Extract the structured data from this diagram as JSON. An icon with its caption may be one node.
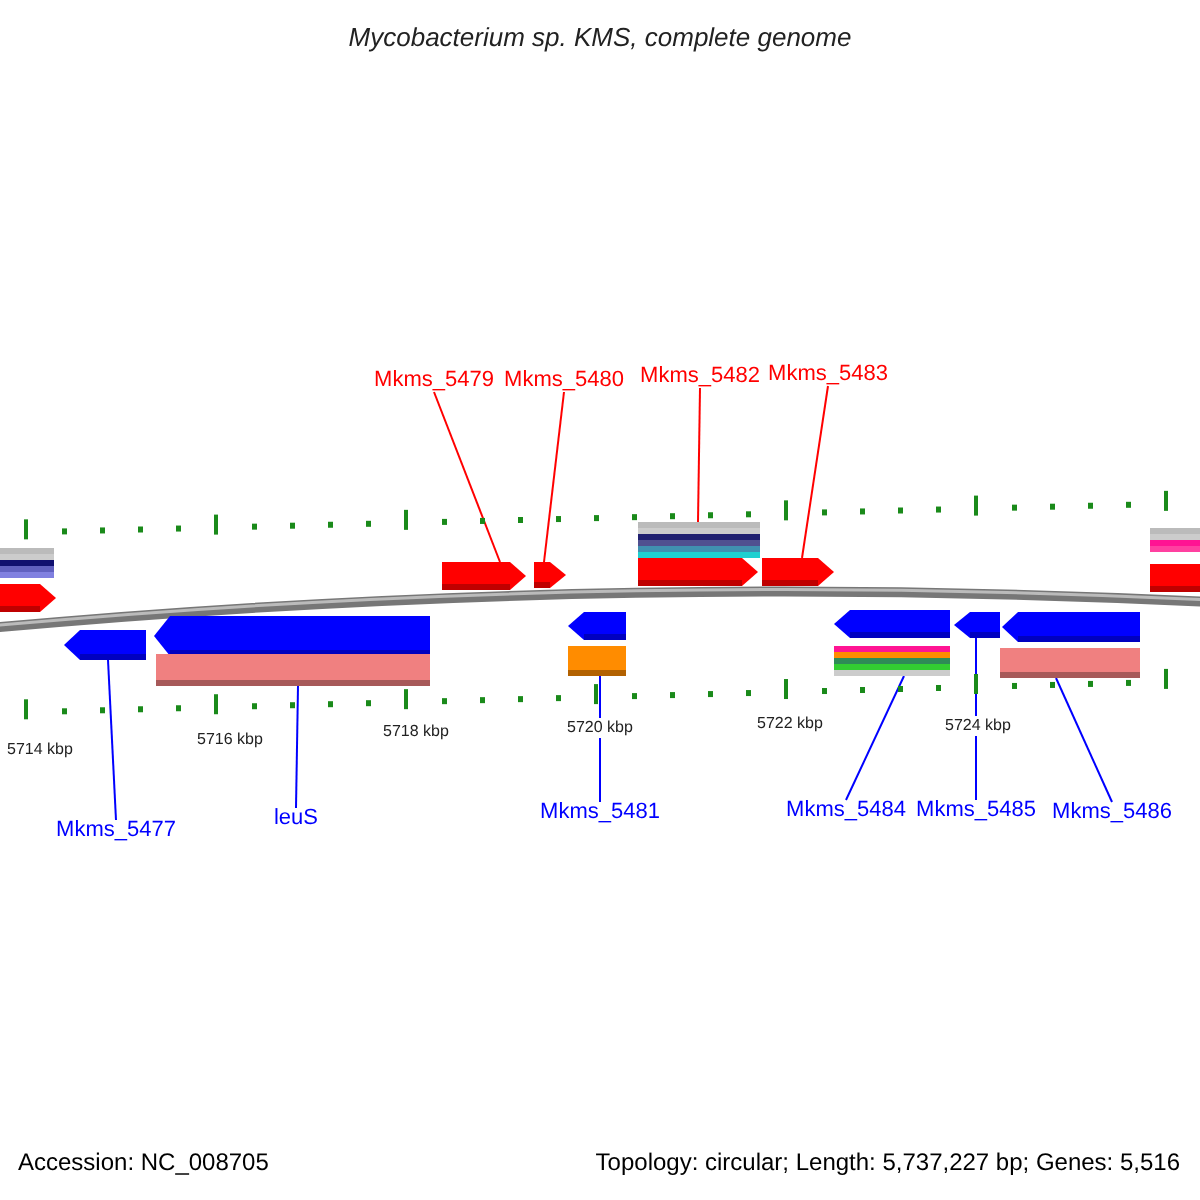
{
  "diagram": {
    "title": "Mycobacterium sp. KMS, complete genome",
    "nodes": [
      {
        "text": [
          "Mkms_5479"
        ]
      },
      {
        "text": [
          "Mkms_5480"
        ]
      },
      {
        "text": [
          "Mkms_5482"
        ]
      },
      {
        "text": [
          "Mkms_5483"
        ]
      },
      {
        "text": [
          "Mkms_5477"
        ]
      },
      {
        "text": [
          "leuS"
        ]
      },
      {
        "text": [
          "Mkms_5481"
        ]
      },
      {
        "text": [
          "Mkms_5484"
        ]
      },
      {
        "text": [
          "Mkms_5485"
        ]
      },
      {
        "text": [
          "Mkms_5486"
        ]
      },
      {
        "text": [],
        "shape": "bar"
      },
      {
        "text": [],
        "shape": "bar"
      },
      {
        "text": [],
        "shape": "bar"
      },
      {
        "text": [],
        "shape": "bar"
      },
      {
        "text": [],
        "shape": "bar"
      },
      {
        "text": [],
        "shape": "bar"
      },
      {
        "text": [],
        "shape": "bar"
      },
      {
        "text": [],
        "shape": "bar"
      },
      {
        "text": [],
        "shape": "bar"
      },
      {
        "text": [],
        "shape": "bar"
      }
    ],
    "edges": [
      {
        "from": 0,
        "to": 12,
        "arrow": "none",
        "color": "#ff0000"
      },
      {
        "from": 1,
        "to": 13,
        "arrow": "none",
        "color": "#ff0000"
      },
      {
        "from": 2,
        "to": 15,
        "arrow": "none",
        "color": "#ff0000"
      },
      {
        "from": 3,
        "to": 16,
        "arrow": "none",
        "color": "#ff0000"
      },
      {
        "from": 4,
        "to": 10,
        "arrow": "none",
        "color": "#0000ff"
      },
      {
        "from": 5,
        "to": 11,
        "arrow": "none",
        "color": "#0000ff"
      },
      {
        "from": 6,
        "to": 14,
        "arrow": "none",
        "color": "#0000ff"
      },
      {
        "from": 7,
        "to": 17,
        "arrow": "none",
        "color": "#0000ff"
      },
      {
        "from": 8,
        "to": 18,
        "arrow": "none",
        "color": "#0000ff"
      },
      {
        "from": 9,
        "to": 19,
        "arrow": "none",
        "color": "#0000ff"
      }
    ],
    "labels": [
      "5714 kbp",
      "5716 kbp",
      "5718 kbp",
      "5720 kbp",
      "5722 kbp",
      "5724 kbp",
      "Accession: NC_008705",
      "Topology: circular; Length: 5,737,227 bp; Genes: 5,516"
    ]
  }
}
